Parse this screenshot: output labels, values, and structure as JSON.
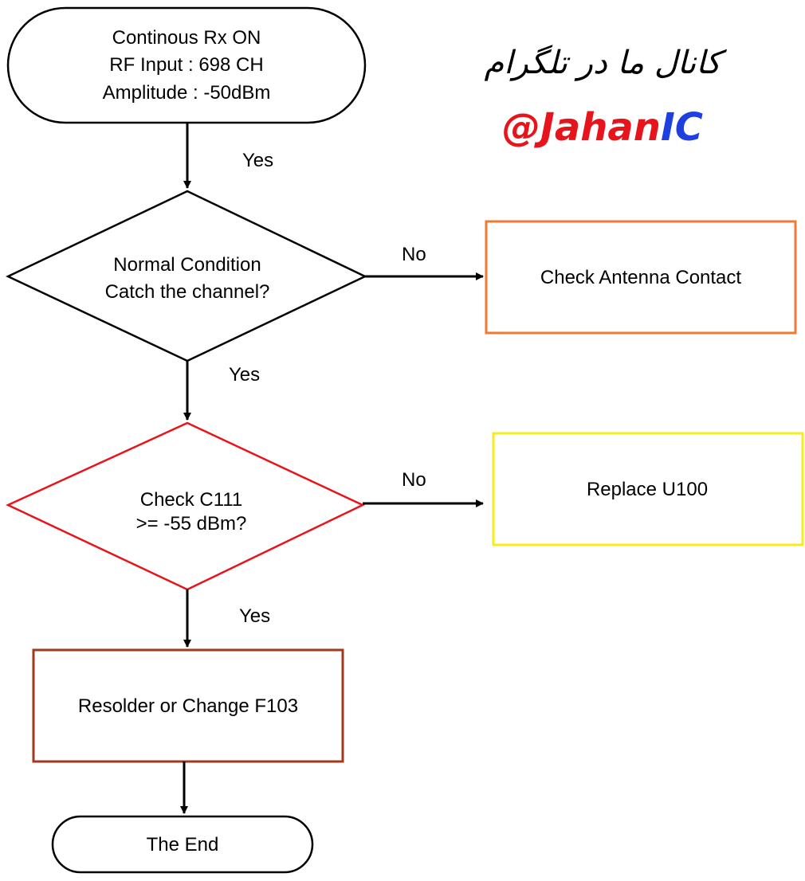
{
  "start": {
    "lines": [
      "Continous Rx ON",
      "RF Input : 698 CH",
      "Amplitude : -50dBm"
    ]
  },
  "decision1": {
    "lines": [
      "Normal Condition",
      "Catch the channel?"
    ]
  },
  "decision2": {
    "lines": [
      "Check C111",
      ">= -55 dBm?"
    ]
  },
  "actions": {
    "antenna": "Check Antenna Contact",
    "u100": "Replace U100",
    "f103": "Resolder or Change F103"
  },
  "end": "The End",
  "edge_labels": {
    "yes1": "Yes",
    "no1": "No",
    "yes2": "Yes",
    "no2": "No",
    "yes3": "Yes"
  },
  "watermark": {
    "persian": "کانال ما در تلگرام",
    "handle_prefix": "@Jahan",
    "handle_suffix": "IC",
    "prefix_color": "#e8141c",
    "suffix_color": "#1f3fe0"
  },
  "colors": {
    "antenna_box": "#f07a30",
    "decision2": "#e8141c",
    "u100_box": "#f5ee1a",
    "f103_box": "#a0391d"
  }
}
